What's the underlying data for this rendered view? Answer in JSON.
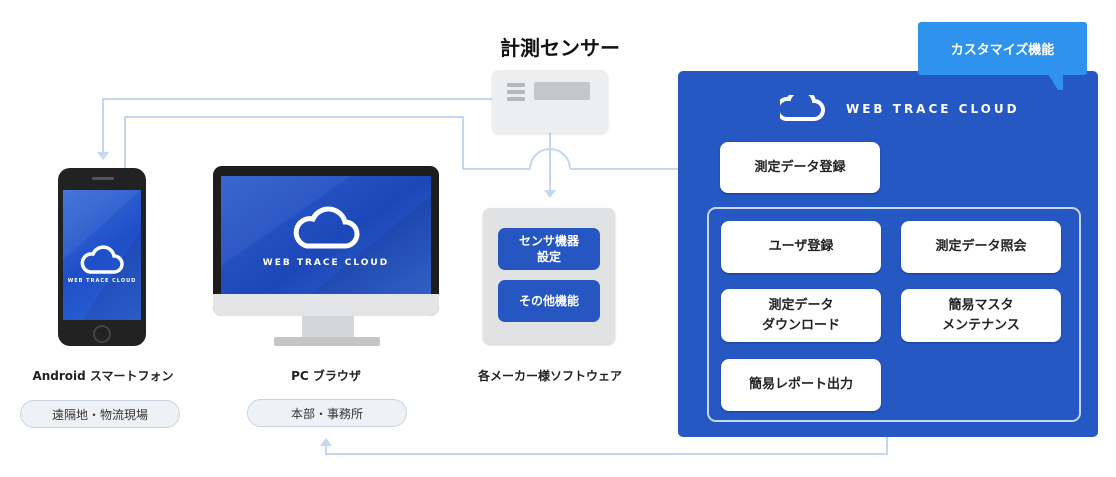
{
  "sensor": {
    "title": "計測センサー"
  },
  "phone": {
    "screen_brand": "WEB TRACE CLOUD",
    "caption": "Android スマートフォン",
    "location": "遠隔地・物流現場"
  },
  "pc": {
    "screen_brand": "WEB TRACE CLOUD",
    "caption": "PC ブラウザ",
    "location": "本部・事務所"
  },
  "software": {
    "buttons": [
      "センサ機器\n設定",
      "その他機能"
    ],
    "caption": "各メーカー様ソフトウェア"
  },
  "cloud": {
    "badge": "カスタマイズ機能",
    "brand": "WEB TRACE CLOUD",
    "register": "測定データ登録",
    "features": [
      "ユーザ登録",
      "測定データ照会",
      "測定データ\nダウンロード",
      "簡易マスタ\nメンテナンス",
      "簡易レポート出力"
    ]
  },
  "colors": {
    "panel": "#2558c3",
    "badge": "#2f93ee",
    "connector": "#c3d8ee",
    "button": "#2656c1"
  },
  "icons": [
    "cloud-icon",
    "sensor-device-icon",
    "smartphone-icon",
    "monitor-icon"
  ]
}
